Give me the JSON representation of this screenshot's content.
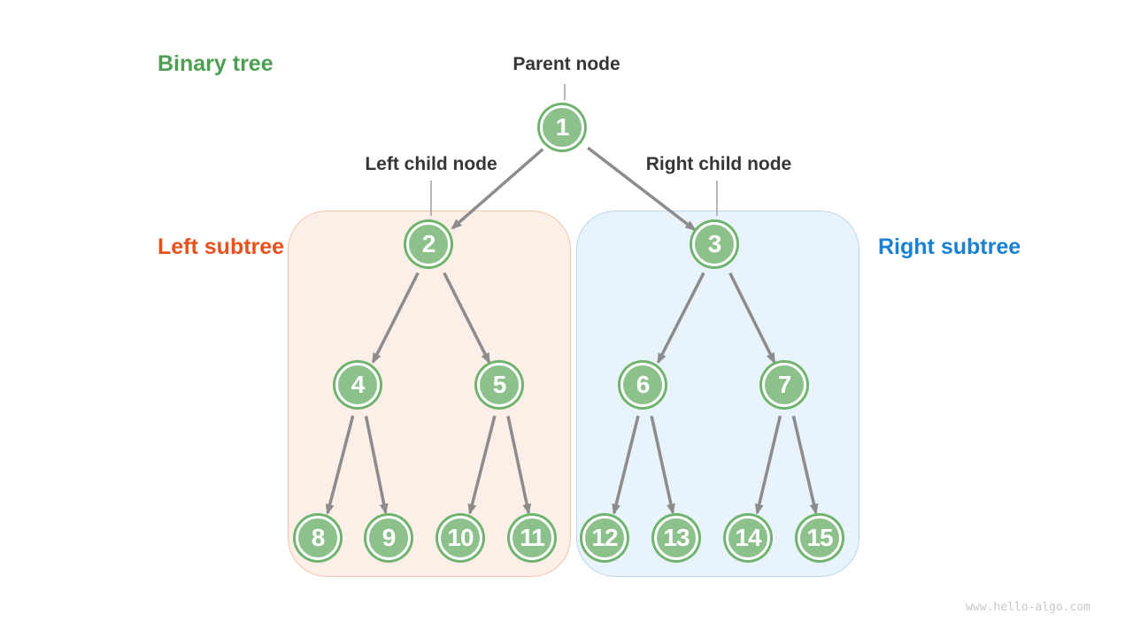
{
  "title": "Binary tree",
  "annotations": {
    "parent_node": "Parent node",
    "left_child_node": "Left child node",
    "right_child_node": "Right child node",
    "left_subtree": "Left subtree",
    "right_subtree": "Right subtree"
  },
  "tree": {
    "node_values": [
      "1",
      "2",
      "3",
      "4",
      "5",
      "6",
      "7",
      "8",
      "9",
      "10",
      "11",
      "12",
      "13",
      "14",
      "15"
    ],
    "edges": [
      [
        "1",
        "2"
      ],
      [
        "1",
        "3"
      ],
      [
        "2",
        "4"
      ],
      [
        "2",
        "5"
      ],
      [
        "3",
        "6"
      ],
      [
        "3",
        "7"
      ],
      [
        "4",
        "8"
      ],
      [
        "4",
        "9"
      ],
      [
        "5",
        "10"
      ],
      [
        "5",
        "11"
      ],
      [
        "6",
        "12"
      ],
      [
        "6",
        "13"
      ],
      [
        "7",
        "14"
      ],
      [
        "7",
        "15"
      ]
    ]
  },
  "colors": {
    "node_fill": "#8cc18c",
    "node_ring": "#6fb36f",
    "node_text": "#ffffff",
    "arrow": "#8c8c8c",
    "title_green": "#4d9e53",
    "label_dark": "#363636",
    "left_subtree_accent": "#e8511c",
    "right_subtree_accent": "#1980d4",
    "left_box_fill": "#fcefe8",
    "left_box_border": "#f5c3aa",
    "right_box_fill": "#e9f3fb",
    "right_box_border": "#b9d7ef",
    "watermark_gray": "#c8c8c8"
  },
  "watermark": "www.hello-algo.com"
}
